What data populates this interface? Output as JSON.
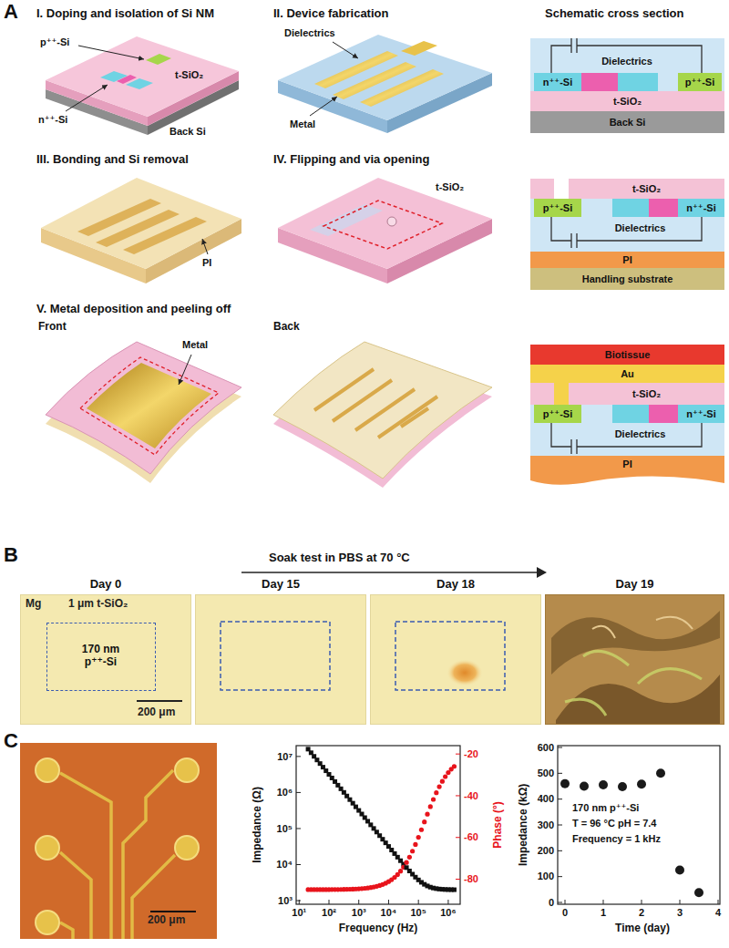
{
  "diagram": {
    "nodes": [
      {
        "text": [
          "Dielectrics"
        ]
      },
      {
        "text": [
          "n⁺⁺-Si"
        ]
      },
      {
        "text": [
          "p⁺⁺-Si"
        ]
      },
      {
        "text": [
          "t-SiO₂"
        ]
      },
      {
        "text": [
          "Back Si"
        ]
      },
      {
        "text": [
          "t-SiO₂"
        ]
      },
      {
        "text": [
          "p⁺⁺-Si"
        ]
      },
      {
        "text": [
          "n⁺⁺-Si"
        ]
      },
      {
        "text": [
          "Dielectrics"
        ]
      },
      {
        "text": [
          "PI"
        ]
      },
      {
        "text": [
          "Handling substrate"
        ]
      },
      {
        "text": [
          "Biotissue"
        ]
      },
      {
        "text": [
          "Au"
        ]
      },
      {
        "text": [
          "t-SiO₂"
        ]
      },
      {
        "text": [
          "p⁺⁺-Si"
        ]
      },
      {
        "text": [
          "n⁺⁺-Si"
        ]
      },
      {
        "text": [
          "Dielectrics"
        ]
      },
      {
        "text": [
          "PI"
        ]
      },
      {
        "text": [
          "Day 0",
          "Mg",
          "1 μm t-SiO₂",
          "200 μm"
        ]
      },
      {
        "text": [
          "170 nm p⁺⁺-Si"
        ],
        "in": 18
      },
      {
        "text": [
          "Day 15"
        ]
      },
      {
        "text": [
          "Day 18"
        ]
      },
      {
        "text": [
          "Day 19"
        ]
      },
      {
        "text": [
          "200 μm"
        ]
      }
    ],
    "labels": [
      "A",
      "I. Doping and isolation of Si NM",
      "p⁺⁺-Si",
      "t-SiO₂",
      "n⁺⁺-Si",
      "Back Si",
      "II. Device fabrication",
      "Dielectrics",
      "Metal",
      "Schematic cross section",
      "III. Bonding and Si removal",
      "PI",
      "IV. Flipping and via opening",
      "t-SiO₂",
      "V. Metal deposition and peeling off",
      "Front",
      "Metal",
      "Back",
      "B",
      "Soak test in PBS at 70 °C",
      "C",
      "10⁷",
      "10⁶",
      "10⁵",
      "10⁴",
      "10³",
      "-20",
      "-40",
      "-60",
      "-80",
      "10¹",
      "10²",
      "10³",
      "10⁴",
      "10⁵",
      "10⁶",
      "Impedance (Ω)",
      "Phase (°)",
      "Frequency (Hz)",
      "600",
      "500",
      "400",
      "300",
      "200",
      "100",
      "0",
      "0",
      "1",
      "2",
      "3",
      "4",
      "Impedance (kΩ)",
      "Time (day)",
      "170 nm p⁺⁺-Si",
      "T = 96 °C pH = 7.4",
      "Frequency = 1 kHz"
    ]
  }
}
